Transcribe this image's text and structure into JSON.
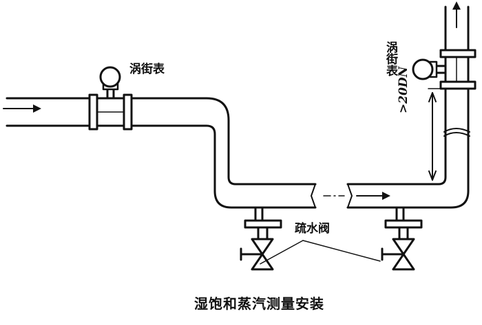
{
  "labels": {
    "turbine_meter_left": "涡街表",
    "turbine_meter_right": "涡街表",
    "drain_valve": "疏水阀",
    "dimension": ">20DN",
    "caption": "湿饱和蒸汽测量安装"
  },
  "colors": {
    "line": "#111111",
    "background": "#ffffff"
  }
}
